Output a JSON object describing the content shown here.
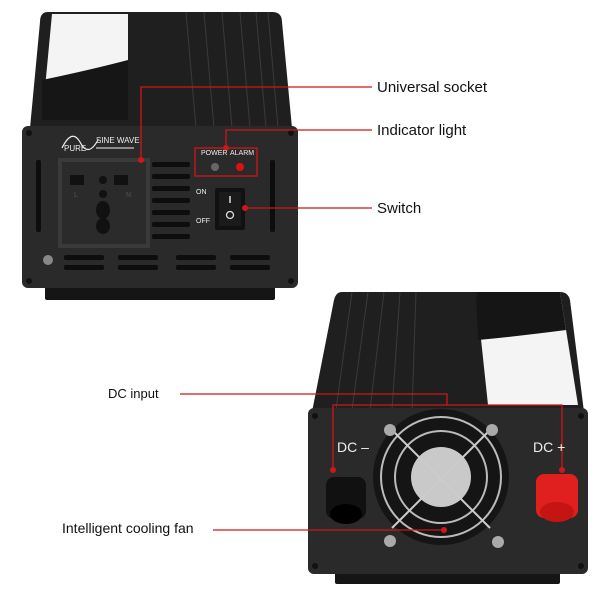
{
  "callouts": {
    "universal_socket": "Universal socket",
    "indicator_light": "Indicator light",
    "switch": "Switch",
    "dc_input": "DC input",
    "cooling_fan": "Intelligent cooling fan"
  },
  "panel_text": {
    "pure": "PURE",
    "sine_wave": "SINE WAVE",
    "power": "POWER",
    "alarm": "ALARM",
    "on": "ON",
    "off": "OFF",
    "socket_l": "L",
    "socket_n": "N",
    "dc_minus": "DC –",
    "dc_plus": "DC +"
  },
  "colors": {
    "callout_line": "#d0161b",
    "body": "#222222",
    "terminal_positive": "#e01f1f",
    "terminal_negative": "#111111"
  }
}
